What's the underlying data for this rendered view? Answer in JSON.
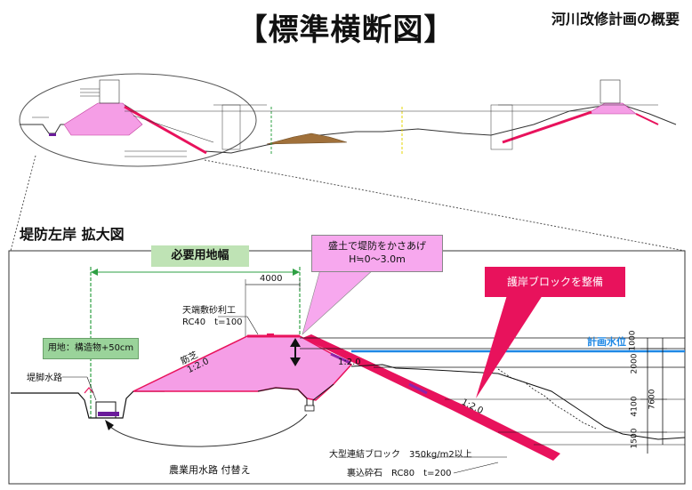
{
  "header": {
    "title": "【標準横断図】",
    "subtitle": "河川改修計画の概要"
  },
  "section": {
    "title": "堤防左岸 拡大図"
  },
  "labels": {
    "required_width": "必要用地幅",
    "land_note": "用地：構造物+50cm",
    "crest_paving_1": "天端敷砂利工",
    "crest_paving_2": "RC40　t=100",
    "crest_width": "4000",
    "slope_left": "筋芝",
    "slope_left_ratio": "1:2.0",
    "slope_right_ratio_1": "1:2.0",
    "slope_right_ratio_2": "1:2.0",
    "ditch": "堤脚水路",
    "plan_water_level": "計画水位",
    "block_spec": "大型連結ブロック　350kg/m2以上",
    "backfill_spec": "裏込砕石　RC80　t=200",
    "irrigation": "農業用水路 付替え",
    "dim_1000": "1000",
    "dim_2000": "2000",
    "dim_4100": "4100",
    "dim_7600": "7600",
    "dim_1500": "1500"
  },
  "callouts": {
    "raise_line1": "盛土で堤防をかさあげ",
    "raise_line2": "H≒0～3.0m",
    "revetment": "護岸ブロックを整備"
  },
  "colors": {
    "embankment": "#f59ee6",
    "revetment": "#e8125c",
    "callout_pink": "#f7a8ee",
    "water_blue": "#1e88e5",
    "green_line": "#2ea043",
    "ditch": "#6a1b9a"
  }
}
